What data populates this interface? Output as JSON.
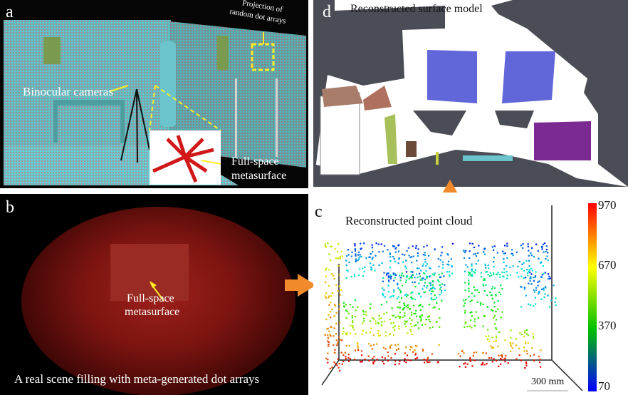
{
  "panels": {
    "a": {
      "label": "a",
      "binocular": "Binocular cameras",
      "projection_line1": "Projection of",
      "projection_line2": "random dot arrays",
      "meta_line1": "Full-space",
      "meta_line2": "metasurface"
    },
    "b": {
      "label": "b",
      "meta_line1": "Full-space",
      "meta_line2": "metasurface",
      "caption": "A real scene filling with meta-generated dot arrays"
    },
    "c": {
      "label": "c",
      "title": "Reconstructed point cloud",
      "scale": "300 mm"
    },
    "d": {
      "label": "d",
      "title": "Reconstructed surface model"
    }
  },
  "chart_data": {
    "type": "scatter",
    "title": "Reconstructed point cloud",
    "colorbar": {
      "ticks": [
        "970",
        "670",
        "370",
        "70"
      ],
      "range": [
        70,
        970
      ]
    },
    "scale_bar": "300 mm"
  },
  "colors": {
    "arrow": "#f08a2a",
    "yellow": "#ffee22",
    "wall": "#5ec3c6"
  }
}
